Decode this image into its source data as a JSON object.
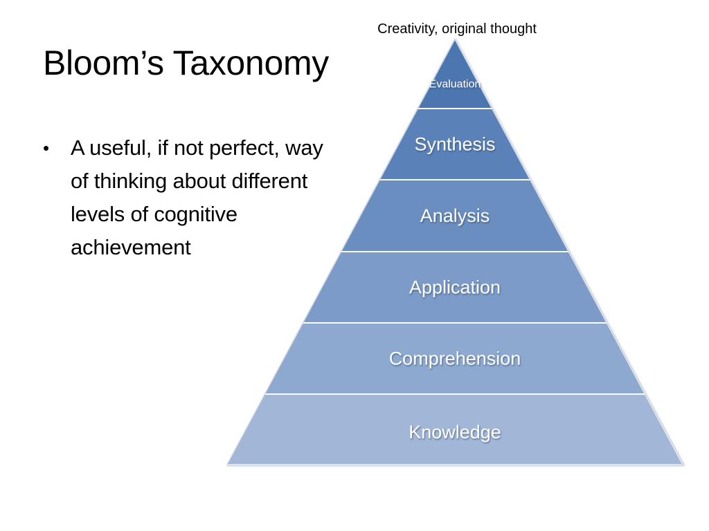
{
  "slide": {
    "title": "Bloom’s Taxonomy",
    "bullets": [
      {
        "marker": "•",
        "text": "A useful, if not perfect, way of thinking about different levels of cognitive achievement"
      }
    ]
  },
  "pyramid": {
    "apex_caption": "Creativity, original thought",
    "levels_top_to_bottom": [
      {
        "label": "Evaluation",
        "color": "#4b76b0"
      },
      {
        "label": "Synthesis",
        "color": "#5a82b8"
      },
      {
        "label": "Analysis",
        "color": "#6a8ec0"
      },
      {
        "label": "Application",
        "color": "#7b9bc8"
      },
      {
        "label": "Comprehension",
        "color": "#8ea9cf"
      },
      {
        "label": "Knowledge",
        "color": "#a2b6d8"
      }
    ],
    "separator_color": "#ffffff",
    "outline_color": "#bfc8d6",
    "text_color": "#ffffff"
  }
}
